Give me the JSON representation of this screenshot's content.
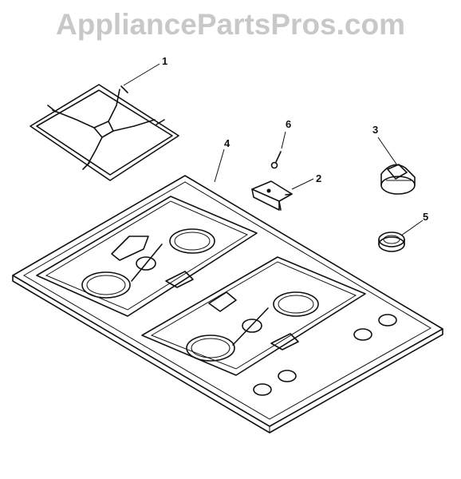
{
  "watermark": "AppliancePartsPros.com",
  "callouts": [
    {
      "id": "1",
      "label": "1"
    },
    {
      "id": "2",
      "label": "2"
    },
    {
      "id": "3",
      "label": "3"
    },
    {
      "id": "4",
      "label": "4"
    },
    {
      "id": "5",
      "label": "5"
    },
    {
      "id": "6",
      "label": "6"
    }
  ]
}
